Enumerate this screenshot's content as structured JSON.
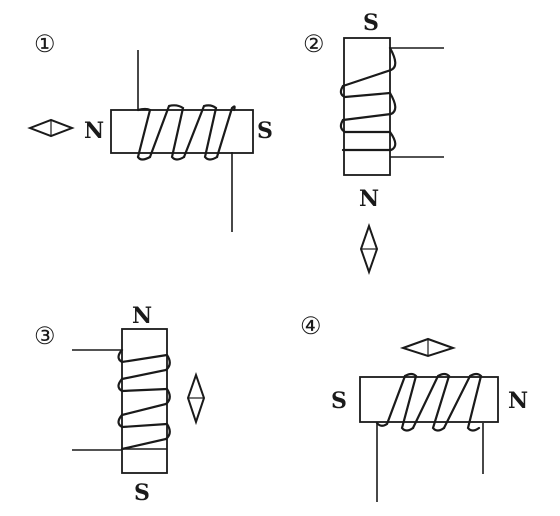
{
  "figures": [
    {
      "number": "①",
      "pole_left": "N",
      "pole_right": "S"
    },
    {
      "number": "②",
      "pole_top": "S",
      "pole_bottom": "N"
    },
    {
      "number": "③",
      "pole_top": "N",
      "pole_bottom": "S"
    },
    {
      "number": "④",
      "pole_left": "S",
      "pole_right": "N"
    }
  ],
  "icons": {
    "compass_needle": "compass-needle-icon",
    "solenoid": "solenoid-coil"
  },
  "colors": {
    "ink": "#1a1a1a",
    "background": "#ffffff"
  }
}
